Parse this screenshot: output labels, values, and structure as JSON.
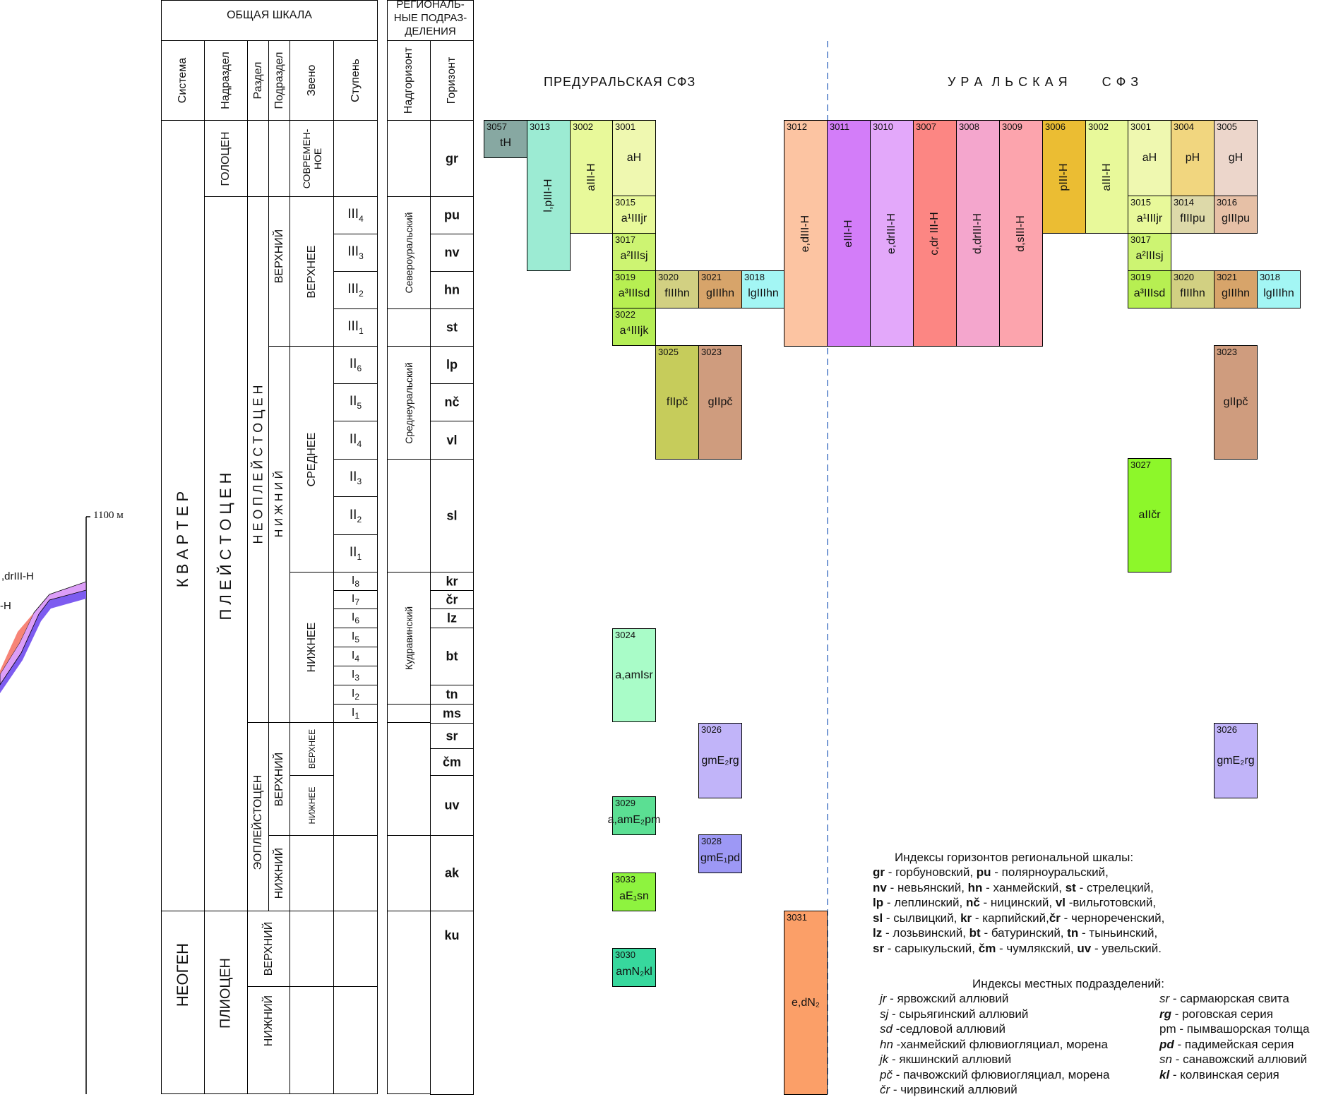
{
  "scale": {
    "general_title": "ОБЩАЯ ШКАЛА",
    "regional_title": "РЕГИОНАЛЬ-НЫЕ ПОДРАЗ-ДЕЛЕНИЯ",
    "headers": {
      "system": "Система",
      "supersection": "Надраздел",
      "section": "Раздел",
      "subsection": "Подраздел",
      "link": "Звено",
      "stage": "Ступень",
      "superhorizon": "Надгоризонт",
      "horizon": "Горизонт"
    },
    "systems": {
      "quaternary": "К В А Р Т Е Р",
      "neogene": "НЕОГЕН"
    },
    "supersections": {
      "holocene": "ГОЛОЦЕН",
      "pleistocene": "П Л Е Й С Т О Ц Е Н",
      "pliocene": "ПЛИОЦЕН"
    },
    "sections": {
      "neopleistocene": "Н Е О П Л Е Й С Т О Ц Е Н",
      "eopleistocene": "ЭОПЛЕЙСТОЦЕН"
    },
    "subsections": {
      "neo_upper": "ВЕРХНИЙ",
      "neo_lower": "Н И Ж Н И Й",
      "eo_upper": "ВЕРХНИЙ",
      "eo_lower": "НИЖНИЙ",
      "plio_upper": "ВЕРХНИЙ",
      "plio_lower": "НИЖНИЙ"
    },
    "links": {
      "modern": "СОВРЕМЕН-НОЕ",
      "upper": "ВЕРХНЕЕ",
      "middle": "СРЕДНЕЕ",
      "lower": "НИЖНЕЕ",
      "eo_upper": "ВЕРХНЕЕ",
      "eo_lower": "НИЖНЕЕ"
    },
    "stages": [
      {
        "base": "III",
        "sub": "4"
      },
      {
        "base": "III",
        "sub": "3"
      },
      {
        "base": "III",
        "sub": "2"
      },
      {
        "base": "III",
        "sub": "1"
      },
      {
        "base": "II",
        "sub": "6"
      },
      {
        "base": "II",
        "sub": "5"
      },
      {
        "base": "II",
        "sub": "4"
      },
      {
        "base": "II",
        "sub": "3"
      },
      {
        "base": "II",
        "sub": "2"
      },
      {
        "base": "II",
        "sub": "1"
      },
      {
        "base": "I",
        "sub": "8"
      },
      {
        "base": "I",
        "sub": "7"
      },
      {
        "base": "I",
        "sub": "6"
      },
      {
        "base": "I",
        "sub": "5"
      },
      {
        "base": "I",
        "sub": "4"
      },
      {
        "base": "I",
        "sub": "3"
      },
      {
        "base": "I",
        "sub": "2"
      },
      {
        "base": "I",
        "sub": "1"
      }
    ],
    "superhorizons": {
      "north_ural": "Североуральский",
      "middle_ural": "Среднеуральский",
      "kudravinsky": "Кудравинский"
    },
    "horizons": [
      "gr",
      "pu",
      "nv",
      "hn",
      "st",
      "lp",
      "nč",
      "vl",
      "sl",
      "kr",
      "čr",
      "lz",
      "bt",
      "tn",
      "ms",
      "sr",
      "čm",
      "uv",
      "ak",
      "ku"
    ]
  },
  "profile": {
    "elevation_label": "1100 м",
    "label_1": ",drIII-H",
    "label_2": "-H"
  },
  "zones": {
    "preural": "ПРЕДУРАЛЬСКАЯ  СФЗ",
    "ural": "У Р А  Л Ь С К А Я        С Ф З"
  },
  "units": [
    {
      "id": "3057",
      "label": "tH",
      "color": "#87a8a2"
    },
    {
      "id": "3013",
      "label": "l,pIII-H",
      "color": "#9cebd3"
    },
    {
      "id": "3002",
      "label": "aIII-H",
      "color": "#e8f99a"
    },
    {
      "id": "3001",
      "label": "aH",
      "color": "#eff8b0"
    },
    {
      "id": "3015",
      "label": "a¹IIIjr",
      "color": "#e8f99a"
    },
    {
      "id": "3017",
      "label": "a²IIIsj",
      "color": "#cdf472"
    },
    {
      "id": "3019",
      "label": "a³IIIsd",
      "color": "#b7ef52"
    },
    {
      "id": "3022",
      "label": "a⁴IIIjk",
      "color": "#b5ee55"
    },
    {
      "id": "3020",
      "label": "fIIIhn",
      "color": "#d2d082"
    },
    {
      "id": "3021",
      "label": "gIIIhn",
      "color": "#d7a46a"
    },
    {
      "id": "3018",
      "label": "lgIIIhn",
      "color": "#a3f6f4"
    },
    {
      "id": "3025",
      "label": "fIIpč",
      "color": "#c6cc5b"
    },
    {
      "id": "3023",
      "label": "gIIpč",
      "color": "#cf9c7e"
    },
    {
      "id": "3024",
      "label": "a,amIsr",
      "color": "#a9fcc8"
    },
    {
      "id": "3026",
      "label": "gmE₂rg",
      "color": "#c1b4f9"
    },
    {
      "id": "3029",
      "label": "a,amE₂pm",
      "color": "#5bdf93"
    },
    {
      "id": "3028",
      "label": "gmE₁pd",
      "color": "#9d98f5"
    },
    {
      "id": "3033",
      "label": "aE₁sn",
      "color": "#8ef33f"
    },
    {
      "id": "3030",
      "label": "amN₂kl",
      "color": "#37d89d"
    },
    {
      "id": "3012",
      "label": "e,dIII-H",
      "color": "#fcc4a2"
    },
    {
      "id": "3031",
      "label": "e,dN₂",
      "color": "#fb9f68"
    },
    {
      "id": "3011",
      "label": "eIII-H",
      "color": "#d37df9"
    },
    {
      "id": "3010",
      "label": "e,drIII-H",
      "color": "#e3a8fa"
    },
    {
      "id": "3007",
      "label": "c,dr III-H",
      "color": "#fc8683"
    },
    {
      "id": "3008",
      "label": "d,drIII-H",
      "color": "#f4a6cd"
    },
    {
      "id": "3009",
      "label": "d,sIII-H",
      "color": "#fca4ad"
    },
    {
      "id": "3006",
      "label": "pIII-H",
      "color": "#ebbd33"
    },
    {
      "id": "3002",
      "label": "aIII-H",
      "color": "#e8f99a"
    },
    {
      "id": "3001",
      "label": "aH",
      "color": "#eff8b0"
    },
    {
      "id": "3004",
      "label": "pH",
      "color": "#f1d67f"
    },
    {
      "id": "3005",
      "label": "gH",
      "color": "#ecd6cb"
    },
    {
      "id": "3015",
      "label": "a¹IIIjr",
      "color": "#e8f99a"
    },
    {
      "id": "3014",
      "label": "fIIIpu",
      "color": "#ddd9a9"
    },
    {
      "id": "3016",
      "label": "gIIIpu",
      "color": "#e6c0a6"
    },
    {
      "id": "3017",
      "label": "a²IIIsj",
      "color": "#cdf472"
    },
    {
      "id": "3019",
      "label": "a³IIIsd",
      "color": "#b7ef52"
    },
    {
      "id": "3020",
      "label": "fIIIhn",
      "color": "#d2d082"
    },
    {
      "id": "3021",
      "label": "gIIIhn",
      "color": "#d7a46a"
    },
    {
      "id": "3018",
      "label": "lgIIIhn",
      "color": "#a3f6f4"
    },
    {
      "id": "3023",
      "label": "gIIpč",
      "color": "#cf9c7e"
    },
    {
      "id": "3027",
      "label": "aIIčr",
      "color": "#8df72a"
    },
    {
      "id": "3026",
      "label": "gmE₂rg",
      "color": "#c1b4f9"
    }
  ],
  "legend": {
    "regional_title": "Индексы горизонтов региональной шкалы:",
    "regional_lines": [
      [
        {
          "b": "gr"
        },
        {
          "t": " - горбуновский, "
        },
        {
          "b": "pu"
        },
        {
          "t": " - полярноуральский,"
        }
      ],
      [
        {
          "b": "nv"
        },
        {
          "t": " - невьянский, "
        },
        {
          "b": "hn"
        },
        {
          "t": " - ханмейский, "
        },
        {
          "b": "st"
        },
        {
          "t": " - стрелецкий,"
        }
      ],
      [
        {
          "b": "lp"
        },
        {
          "t": " - леплинский, "
        },
        {
          "b": "nč"
        },
        {
          "t": " - ницинский, "
        },
        {
          "b": "vl"
        },
        {
          "t": " -вильготовский,"
        }
      ],
      [
        {
          "b": "sl"
        },
        {
          "t": " - сылвицкий, "
        },
        {
          "b": "kr"
        },
        {
          "t": " - карпийский,"
        },
        {
          "b": "čr"
        },
        {
          "t": " - чернореченский,"
        }
      ],
      [
        {
          "b": "lz"
        },
        {
          "t": " - лозьвинский, "
        },
        {
          "b": "bt"
        },
        {
          "t": " - батуринский, "
        },
        {
          "b": "tn"
        },
        {
          "t": " - тыньинский,"
        }
      ],
      [
        {
          "b": "sr"
        },
        {
          "t": " - сарыкульский, "
        },
        {
          "b": "čm"
        },
        {
          "t": " - чумлякский, "
        },
        {
          "b": "uv"
        },
        {
          "t": " - увельский."
        }
      ]
    ],
    "local_title": "Индексы местных подразделений:",
    "local_left": [
      {
        "code": "jr",
        "text": " -  ярвожский аллювий"
      },
      {
        "code": "sj",
        "text": " - сырьягинский аллювий"
      },
      {
        "code": "sd",
        "text": " -седловой аллювий"
      },
      {
        "code": "hn",
        "text": " -ханмейский флювиогляциал, морена"
      },
      {
        "code": "jk",
        "text": " - якшинский аллювий"
      },
      {
        "code": "pč",
        "text": " - пачвожский флювиогляциал, морена"
      },
      {
        "code": "čr",
        "text": " -  чирвинский аллювий"
      }
    ],
    "local_right": [
      {
        "code": "sr",
        "text": " - сармаюрская свита"
      },
      {
        "code": "rg",
        "text": " - роговская серия"
      },
      {
        "code": "pm",
        "text": "  - пымвашорская толща"
      },
      {
        "code": "pd",
        "text": "  - падимейская серия"
      },
      {
        "code": "sn",
        "text": " - санавожский аллювий"
      },
      {
        "code": "kl",
        "text": " - колвинская серия"
      }
    ]
  }
}
